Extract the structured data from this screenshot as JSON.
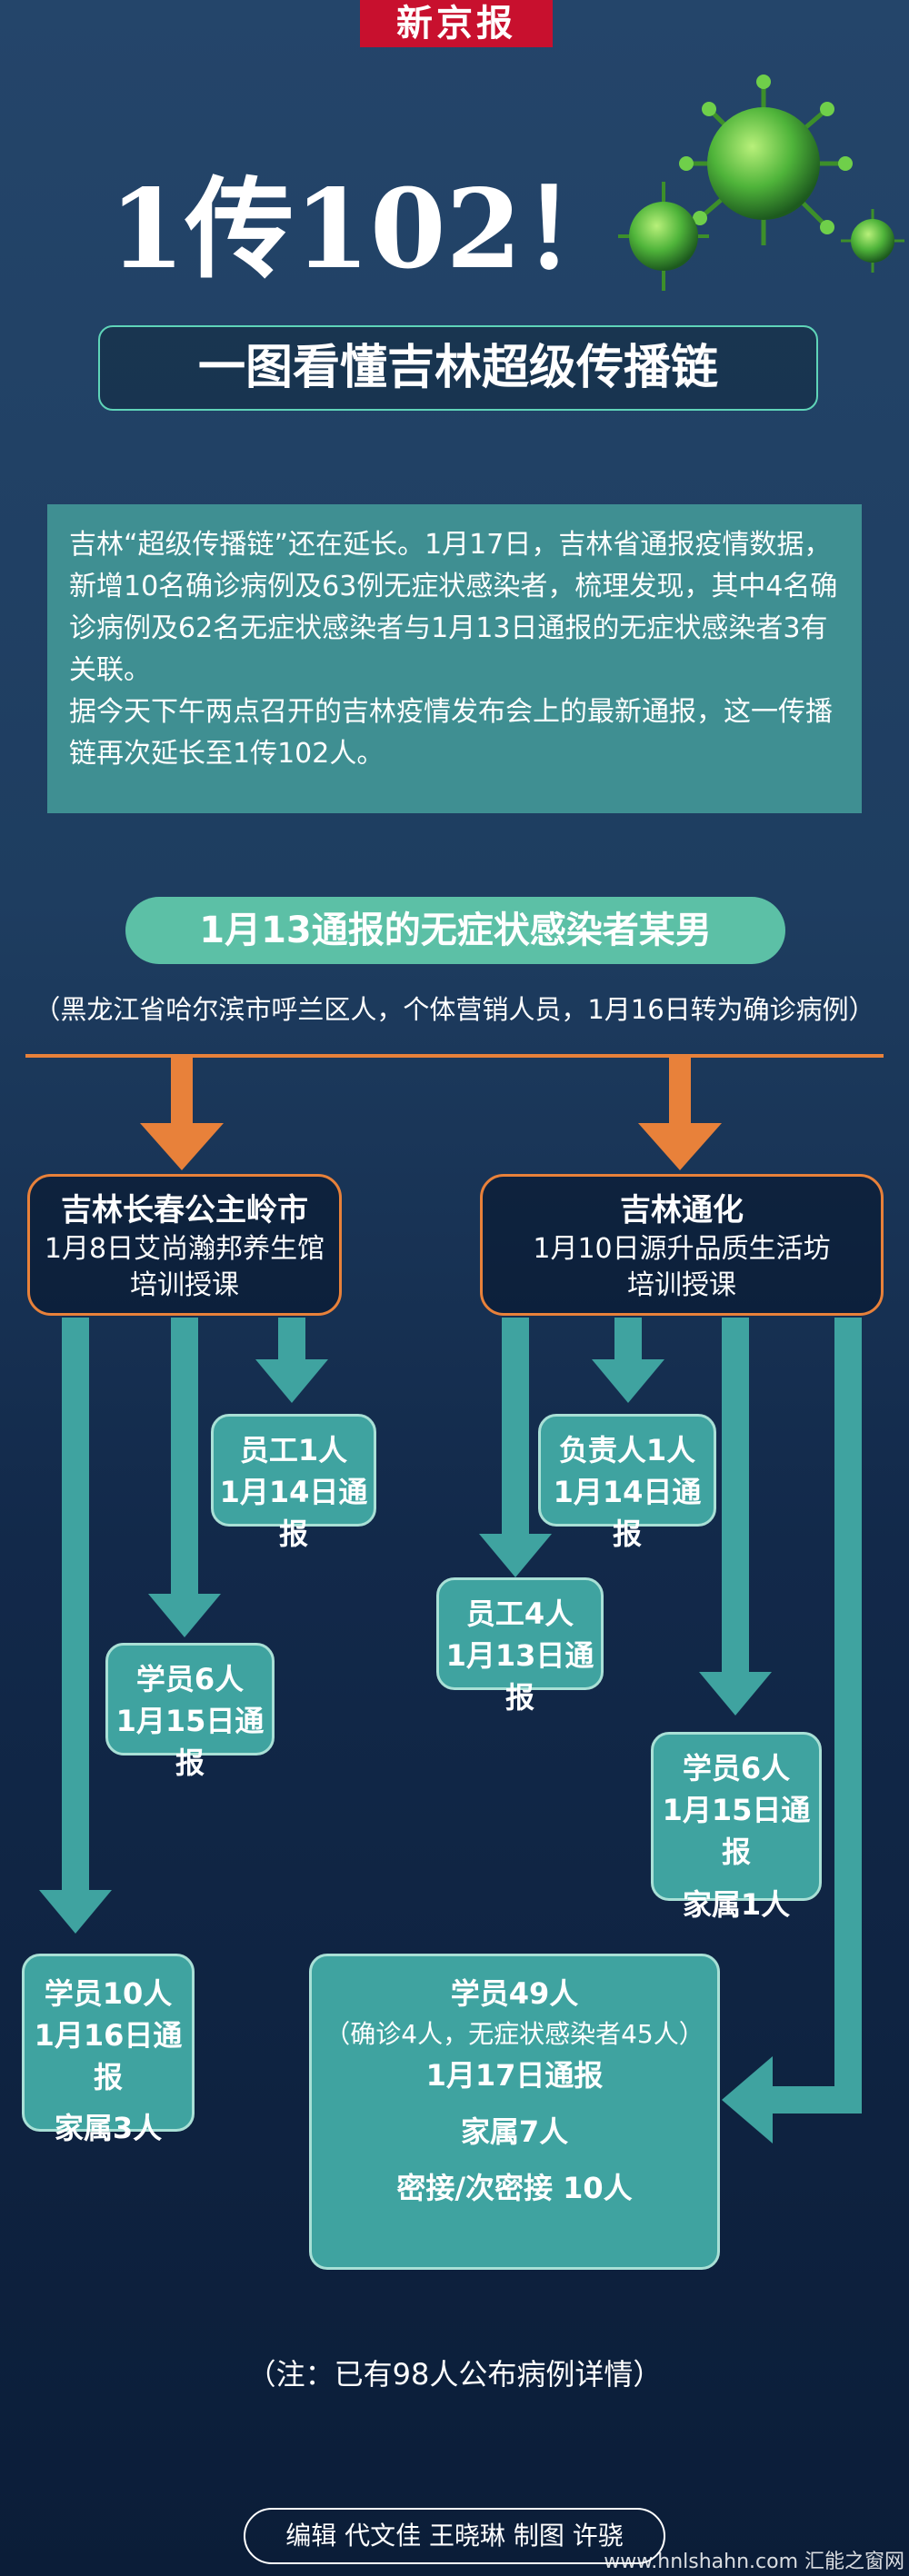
{
  "brand": "新京报",
  "headline": "1传102！",
  "subtitle": "一图看懂吉林超级传播链",
  "intro": {
    "p1": "吉林“超级传播链”还在延长。1月17日，吉林省通报疫情数据，新增10名确诊病例及63例无症状感染者，梳理发现，其中4名确诊病例及62名无症状感染者与1月13日通报的无症状感染者3有关联。",
    "p2": "据今天下午两点召开的吉林疫情发布会上的最新通报，这一传播链再次延长至1传102人。"
  },
  "source": {
    "title": "1月13通报的无症状感染者某男",
    "note": "（黑龙江省哈尔滨市呼兰区人，个体营销人员，1月16日转为确诊病例）"
  },
  "left_location": {
    "title": "吉林长春公主岭市",
    "desc1": "1月8日艾尚瀚邦养生馆",
    "desc2": "培训授课"
  },
  "right_location": {
    "title": "吉林通化",
    "desc1": "1月10日源升品质生活坊",
    "desc2": "培训授课"
  },
  "nodes": {
    "l_staff": {
      "line1": "员工1人",
      "line2": "1月14日通报"
    },
    "l_students6": {
      "line1": "学员6人",
      "line2": "1月15日通报"
    },
    "l_students10": {
      "line1": "学员10人",
      "line2": "1月16日通报",
      "line3": "家属3人"
    },
    "r_manager": {
      "line1": "负责人1人",
      "line2": "1月14日通报"
    },
    "r_staff4": {
      "line1": "员工4人",
      "line2": "1月13日通报"
    },
    "r_students6": {
      "line1": "学员6人",
      "line2": "1月15日通报",
      "line3": "家属1人"
    },
    "r_students49": {
      "line1": "学员49人",
      "line2": "（确诊4人，无症状感染者45人）",
      "line3": "1月17日通报",
      "line4": "家属7人",
      "line5": "密接/次密接 10人"
    }
  },
  "footnote": "（注：已有98人公布病例详情）",
  "credit": "编辑 代文佳  王晓琳  制图 许骁",
  "watermark": "www.hnlshahn.com  汇能之窗网",
  "colors": {
    "accent_orange": "#e8813a",
    "teal": "#3fa3a0",
    "brand_red": "#c8102e",
    "bg_dark": "#0b1d38"
  }
}
